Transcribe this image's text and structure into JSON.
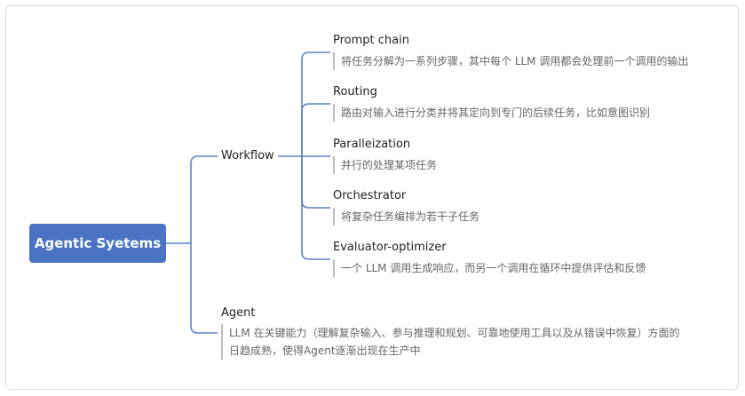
{
  "root": {
    "label": "Agentic Syetems"
  },
  "workflow": {
    "label": "Workflow",
    "children": [
      {
        "title": "Prompt chain",
        "note": "将任务分解为一系列步骤，其中每个 LLM 调用都会处理前一个调用的输出"
      },
      {
        "title": "Routing",
        "note": "路由对输入进行分类并将其定向到专门的后续任务，比如意图识别"
      },
      {
        "title": "Paralleization",
        "note": "并行的处理某项任务"
      },
      {
        "title": "Orchestrator",
        "note": "将复杂任务编排为若干子任务"
      },
      {
        "title": "Evaluator-optimizer",
        "note": "一个 LLM 调用生成响应，而另一个调用在循环中提供评估和反馈"
      }
    ]
  },
  "agent": {
    "label": "Agent",
    "note_line1": "LLM 在关键能力（理解复杂输入、参与推理和规划、可靠地使用工具以及从错误中恢复）方面的",
    "note_line2": "日趋成熟，使得Agent逐渐出现在生产中"
  },
  "colors": {
    "accent": "#4a73c4",
    "line": "#5b82c8",
    "note_bar": "#bdbdbd"
  }
}
